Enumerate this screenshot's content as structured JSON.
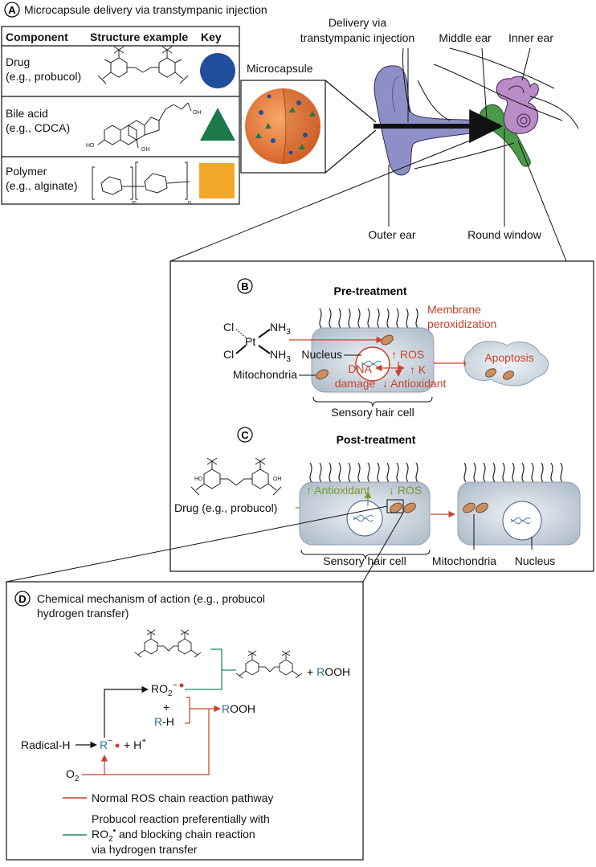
{
  "panelA": {
    "letter": "A",
    "title": "Microcapsule delivery via transtympanic injection",
    "table": {
      "headers": [
        "Component",
        "Structure example",
        "Key"
      ],
      "rows": [
        {
          "line1": "Drug",
          "line2": "(e.g., probucol)",
          "key_shape": "circle",
          "key_color": "#1f4f9c"
        },
        {
          "line1": "Bile acid",
          "line2": "(e.g., CDCA)",
          "key_shape": "triangle",
          "key_color": "#1c7a4a"
        },
        {
          "line1": "Polymer",
          "line2": "(e.g., alginate)",
          "key_shape": "square",
          "key_color": "#f3a72a"
        }
      ]
    },
    "microcapsule_label": "Microcapsule",
    "ear_labels": {
      "delivery_line1": "Delivery via",
      "delivery_line2": "transtympanic injection",
      "middle_ear": "Middle ear",
      "inner_ear": "Inner ear",
      "outer_ear": "Outer ear",
      "round_window": "Round window"
    }
  },
  "panelB": {
    "letter": "B",
    "title": "Pre-treatment",
    "cisplatin": {
      "cl": "Cl",
      "pt": "Pt",
      "nh3": "NH",
      "sub3": "3"
    },
    "nucleus": "Nucleus",
    "mitochondria": "Mitochondria",
    "dna_damage_1": "DNA",
    "dna_damage_2": "damage",
    "ros": "↑ ROS",
    "k": "↑ K",
    "antioxidant": "↓ Antioxidant",
    "membrane_1": "Membrane",
    "membrane_2": "peroxidization",
    "apoptosis": "Apoptosis",
    "cell_label": "Sensory hair cell"
  },
  "panelC": {
    "letter": "C",
    "title": "Post-treatment",
    "drug": "Drug (e.g., probucol)",
    "antioxidant": "↑ Antioxidant",
    "ros": "↓ ROS",
    "cell_label": "Sensory hair cell",
    "mitochondria": "Mitochondria",
    "nucleus": "Nucleus"
  },
  "panelD": {
    "letter": "D",
    "title_1": "Chemical mechanism of action (e.g., probucol",
    "title_2": "hydrogen transfer)",
    "ro2": "RO",
    "ro2_sub": "2",
    "ro2_sup": "−",
    "plus": "+",
    "rh_r": "R",
    "rh_h": "-H",
    "rooh_r": "R",
    "rooh_rest": "OOH",
    "plus_rooh": "+",
    "radical_h": "Radical-H",
    "r_radical": "R",
    "plus_h": "+  H",
    "h_sup": "+",
    "o2": "O",
    "o2_sub": "2",
    "legend_red": "Normal ROS chain reaction pathway",
    "legend_green_1": "Probucol reaction preferentially with",
    "legend_green_2a": "RO",
    "legend_green_2b": " and blocking chain reaction",
    "legend_green_3": "via hydrogen transfer",
    "red_color": "#c8412b",
    "green_color": "#1c8a6a"
  }
}
